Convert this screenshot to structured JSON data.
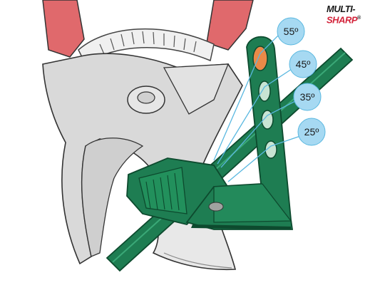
{
  "brand": {
    "line1": "MULTI-",
    "line2": "SHARP",
    "trademark": "®",
    "colors": {
      "primary": "#1b1b1b",
      "accent": "#d3233a"
    }
  },
  "angles": [
    {
      "label": "55º",
      "hole": 1
    },
    {
      "label": "45º",
      "hole": 2
    },
    {
      "label": "35º",
      "hole": 3
    },
    {
      "label": "25º",
      "hole": 4
    }
  ],
  "colors": {
    "tool_green": "#1e7d52",
    "tool_green_dark": "#0d4a2e",
    "handle_red": "#e0696c",
    "metal_grey": "#d9d9d9",
    "bubble_blue": "#a6d9f2",
    "highlight_orange": "#e98a48"
  }
}
